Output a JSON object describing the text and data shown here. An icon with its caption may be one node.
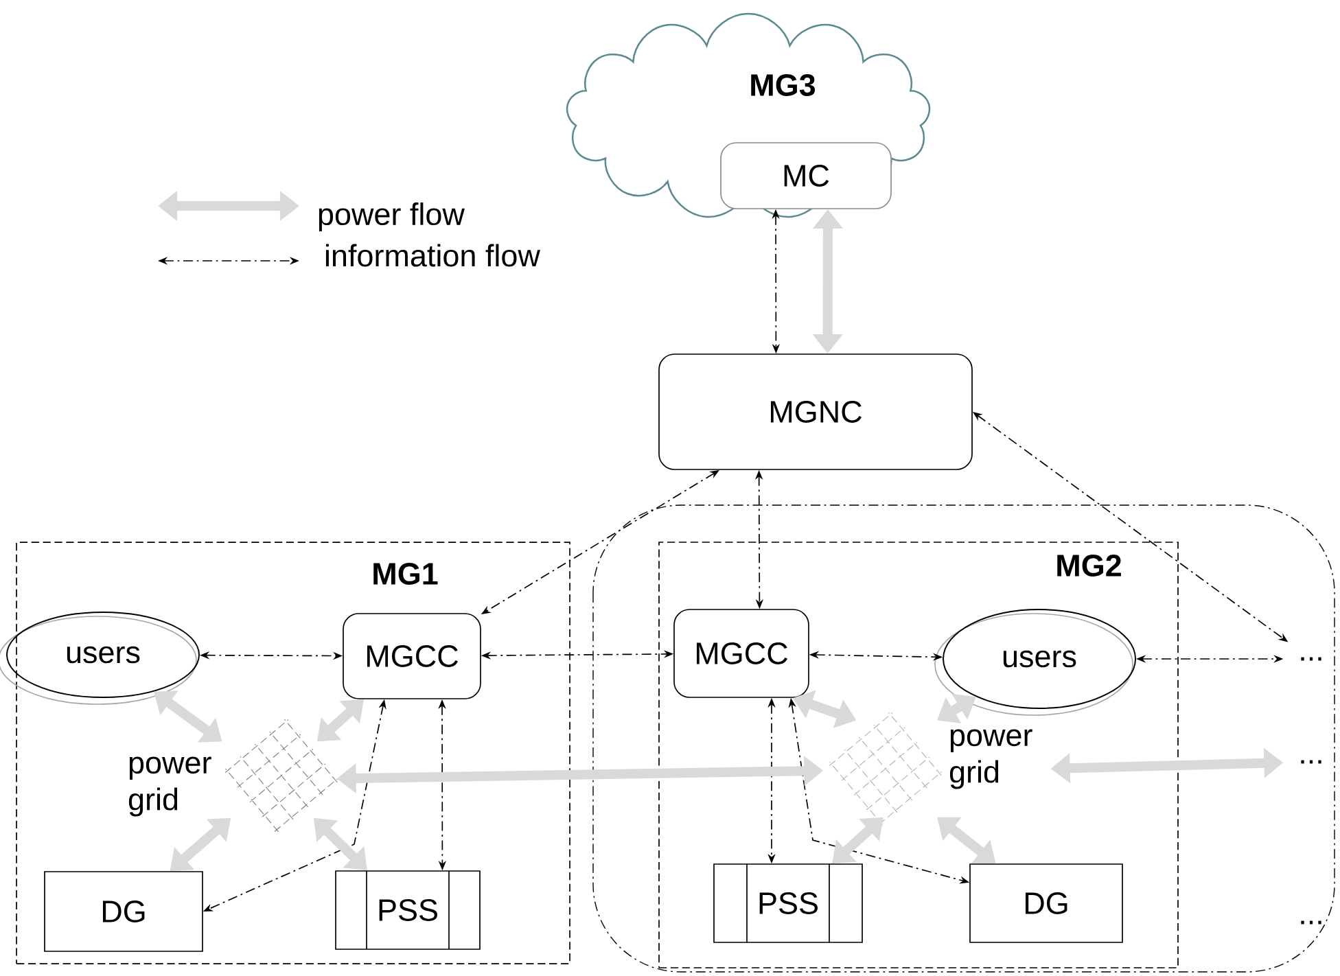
{
  "diagram": {
    "nodes": [
      {
        "text": [
          "MG3"
        ]
      },
      {
        "text": [
          "MC"
        ],
        "in": 0
      },
      {
        "text": [
          "MGNC"
        ]
      },
      {
        "text": [
          "MG1"
        ]
      },
      {
        "text": [
          "users"
        ],
        "in": 3
      },
      {
        "text": [
          "MGCC"
        ],
        "in": 3
      },
      {
        "text": [
          "power grid"
        ],
        "in": 3
      },
      {
        "text": [
          "DG"
        ],
        "in": 3
      },
      {
        "text": [
          "PSS"
        ],
        "in": 3
      },
      {
        "text": [
          "MG2"
        ]
      },
      {
        "text": [
          "MGCC"
        ],
        "in": 9
      },
      {
        "text": [
          "users"
        ],
        "in": 9
      },
      {
        "text": [
          "power grid"
        ],
        "in": 9
      },
      {
        "text": [
          "PSS"
        ],
        "in": 9
      },
      {
        "text": [
          "DG"
        ],
        "in": 9
      },
      {
        "text": [
          "..."
        ]
      },
      {
        "text": [
          "..."
        ]
      }
    ],
    "edges": [
      {
        "from": 1,
        "to": 2,
        "arrow": "both",
        "style": "dashed"
      },
      {
        "from": 1,
        "to": 2,
        "arrow": "both",
        "style": "thick",
        "color": "#d9d9d9"
      },
      {
        "from": 2,
        "to": 5,
        "arrow": "both",
        "style": "dashed"
      },
      {
        "from": 2,
        "to": 10,
        "arrow": "both",
        "style": "dashed"
      },
      {
        "from": 2,
        "to": 15,
        "arrow": "both",
        "style": "dashed"
      },
      {
        "from": 4,
        "to": 5,
        "arrow": "both",
        "style": "dashed"
      },
      {
        "from": 5,
        "to": 10,
        "arrow": "both",
        "style": "dashed"
      },
      {
        "from": 5,
        "to": 7,
        "arrow": "both",
        "style": "dashed"
      },
      {
        "from": 5,
        "to": 8,
        "arrow": "both",
        "style": "dashed"
      },
      {
        "from": 10,
        "to": 11,
        "arrow": "both",
        "style": "dashed"
      },
      {
        "from": 11,
        "to": 15,
        "arrow": "both",
        "style": "dashed"
      },
      {
        "from": 10,
        "to": 13,
        "arrow": "both",
        "style": "dashed"
      },
      {
        "from": 10,
        "to": 14,
        "arrow": "both",
        "style": "dashed"
      },
      {
        "from": 4,
        "to": 6,
        "arrow": "both",
        "style": "thick",
        "color": "#d9d9d9"
      },
      {
        "from": 5,
        "to": 6,
        "arrow": "both",
        "style": "thick",
        "color": "#d9d9d9"
      },
      {
        "from": 6,
        "to": 7,
        "arrow": "both",
        "style": "thick",
        "color": "#d9d9d9"
      },
      {
        "from": 6,
        "to": 8,
        "arrow": "both",
        "style": "thick",
        "color": "#d9d9d9"
      },
      {
        "from": 6,
        "to": 12,
        "arrow": "both",
        "style": "thick",
        "color": "#d9d9d9"
      },
      {
        "from": 10,
        "to": 12,
        "arrow": "both",
        "style": "thick",
        "color": "#d9d9d9"
      },
      {
        "from": 11,
        "to": 12,
        "arrow": "both",
        "style": "thick",
        "color": "#d9d9d9"
      },
      {
        "from": 12,
        "to": 13,
        "arrow": "both",
        "style": "thick",
        "color": "#d9d9d9"
      },
      {
        "from": 12,
        "to": 14,
        "arrow": "both",
        "style": "thick",
        "color": "#d9d9d9"
      },
      {
        "from": 12,
        "to": 16,
        "arrow": "both",
        "style": "thick",
        "color": "#d9d9d9"
      }
    ],
    "labels": [
      "..."
    ],
    "legend": [
      {
        "text": "power flow"
      },
      {
        "text": "information flow"
      }
    ]
  }
}
